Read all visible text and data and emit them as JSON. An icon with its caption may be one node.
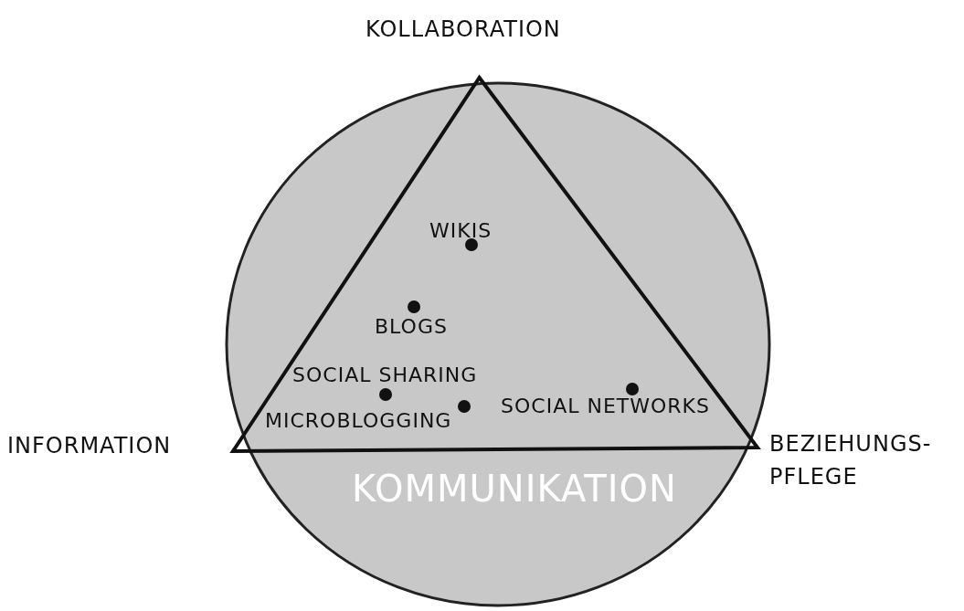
{
  "diagram": {
    "nodes": [
      {
        "text": [
          "KOMMUNIKATION"
        ]
      },
      {
        "text": [],
        "shape": "triangle",
        "in": 0
      },
      {
        "text": [],
        "shape": "circle",
        "beside": [
          "WIKIS"
        ],
        "in": 1
      },
      {
        "text": [],
        "shape": "circle",
        "beside": [
          "BLOGS"
        ],
        "in": 1
      },
      {
        "text": [],
        "shape": "circle",
        "beside": [
          "SOCIAL SHARING"
        ],
        "in": 1
      },
      {
        "text": [],
        "shape": "circle",
        "beside": [
          "MICROBLOGGING"
        ],
        "in": 1
      },
      {
        "text": [],
        "shape": "circle",
        "beside": [
          "SOCIAL NETWORKS"
        ],
        "in": 1
      }
    ],
    "labels": [
      "KOLLABORATION",
      "INFORMATION",
      "BEZIEHUNGS- PFLEGE"
    ]
  }
}
